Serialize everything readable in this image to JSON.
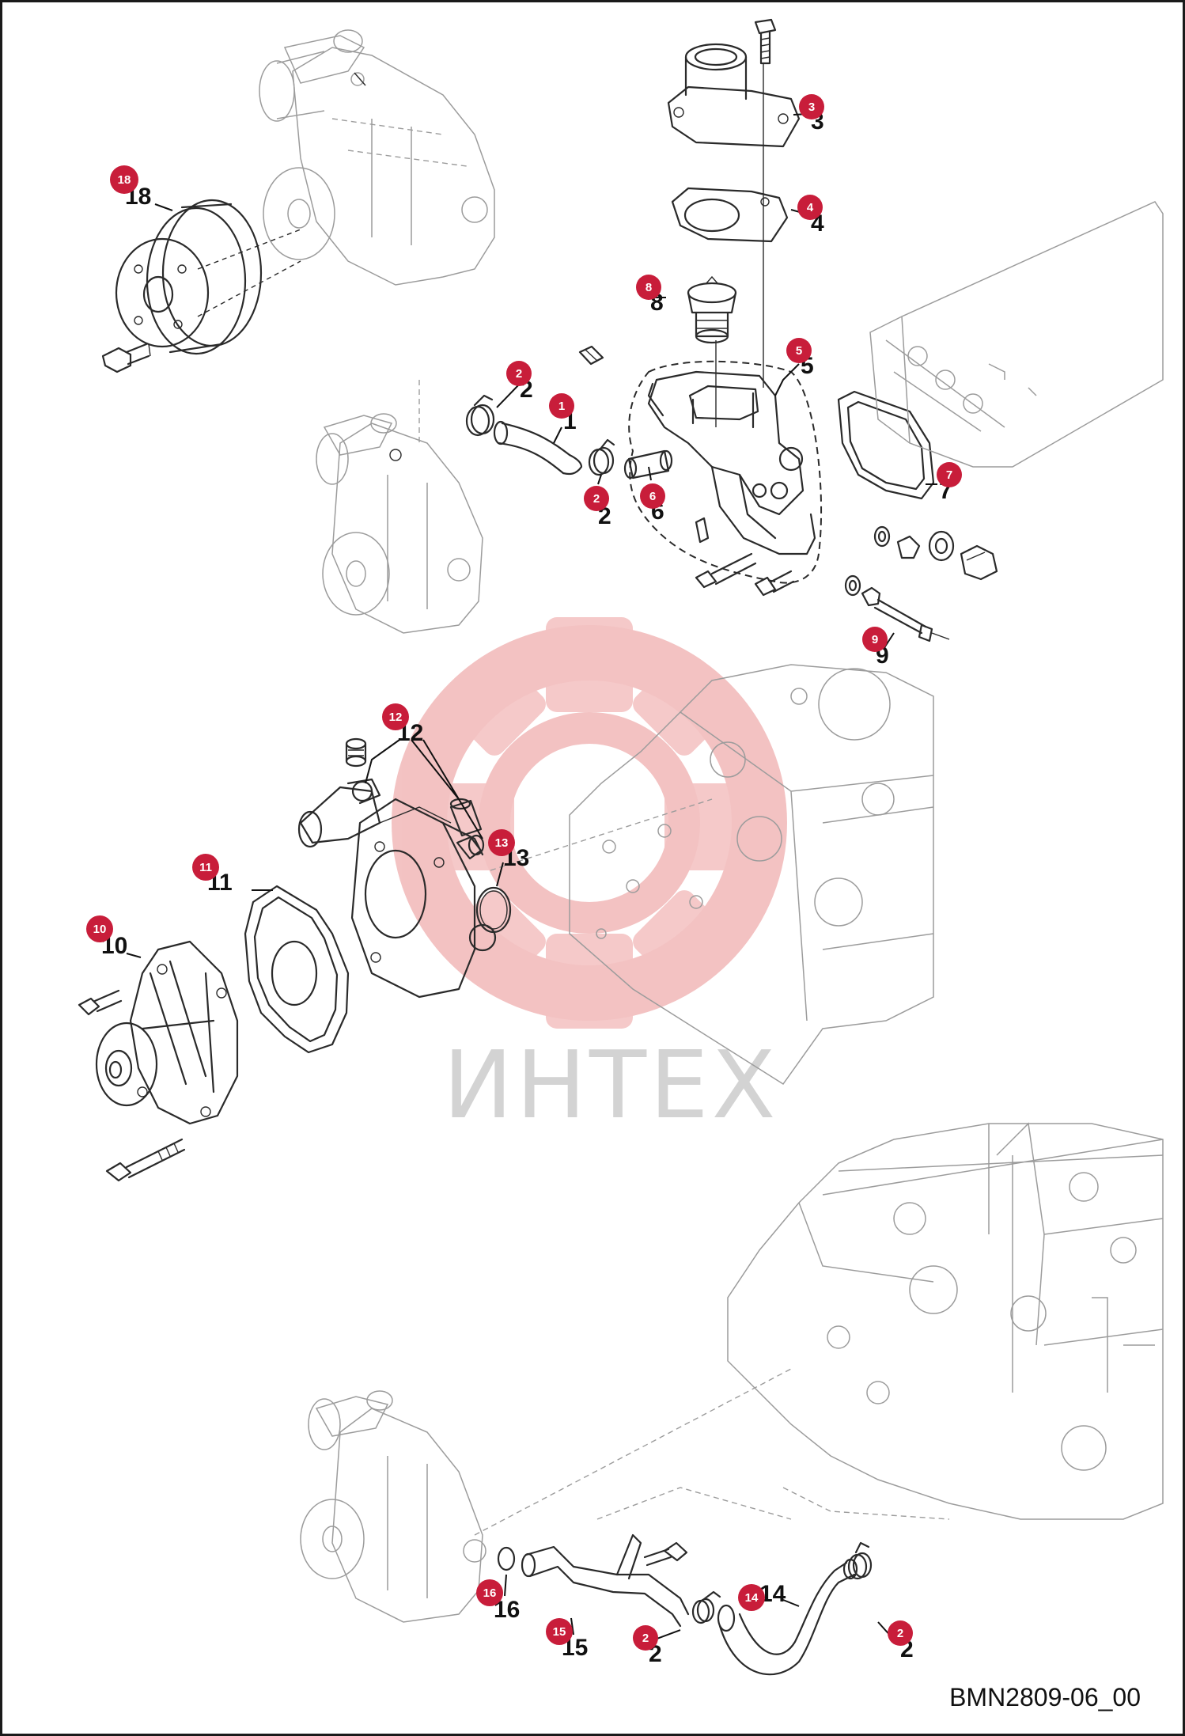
{
  "drawing": {
    "reference": "BMN2809-06_00"
  },
  "watermark": {
    "text": "ИНТЕХ",
    "color": "#e8a0a0"
  },
  "badge_color": "#c81d3a",
  "callouts": [
    {
      "id": "18",
      "label": "18"
    },
    {
      "id": "3",
      "label": "3"
    },
    {
      "id": "4",
      "label": "4"
    },
    {
      "id": "8",
      "label": "8"
    },
    {
      "id": "5",
      "label": "5"
    },
    {
      "id": "2a",
      "label": "2"
    },
    {
      "id": "1",
      "label": "1"
    },
    {
      "id": "2b",
      "label": "2"
    },
    {
      "id": "6",
      "label": "6"
    },
    {
      "id": "7",
      "label": "7"
    },
    {
      "id": "9",
      "label": "9"
    },
    {
      "id": "12",
      "label": "12"
    },
    {
      "id": "13",
      "label": "13"
    },
    {
      "id": "11",
      "label": "11"
    },
    {
      "id": "10",
      "label": "10"
    },
    {
      "id": "16",
      "label": "16"
    },
    {
      "id": "15",
      "label": "15"
    },
    {
      "id": "14",
      "label": "14"
    },
    {
      "id": "2c",
      "label": "2"
    },
    {
      "id": "2d",
      "label": "2"
    }
  ]
}
